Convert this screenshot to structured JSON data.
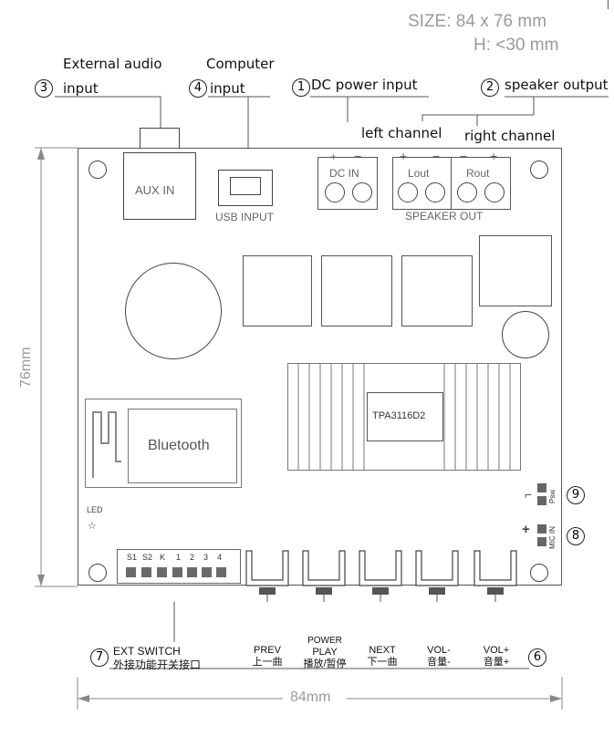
{
  "size_info": {
    "line1": "SIZE:  84 x 76  mm",
    "line2": "H: <30 mm"
  },
  "callouts": {
    "c1": {
      "num": "1",
      "label": "DC power input"
    },
    "c2": {
      "num": "2",
      "label": "speaker output",
      "left": "left channel",
      "right": "right channel"
    },
    "c3": {
      "num": "3",
      "label_line1": "External audio",
      "label_line2": "input"
    },
    "c4": {
      "num": "4",
      "label_line1": "Computer",
      "label_line2": "input"
    },
    "c6": {
      "num": "6"
    },
    "c7": {
      "num": "7",
      "label_en": "EXT SWITCH",
      "label_cn": "外接功能开关接口"
    },
    "c8": {
      "num": "8",
      "tag": "MIC IN"
    },
    "c9": {
      "num": "9",
      "tag": "Psw"
    }
  },
  "board": {
    "aux": "AUX IN",
    "usb": "USB INPUT",
    "dc_in": "DC IN",
    "lout": "Lout",
    "rout": "Rout",
    "speaker_out": "SPEAKER OUT",
    "chip": "TPA3116D2",
    "bluetooth": "Bluetooth",
    "led": "LED",
    "switch_pins": [
      "S1",
      "S2",
      "K",
      "1",
      "2",
      "3",
      "4"
    ]
  },
  "buttons": [
    {
      "top": "",
      "en": "PREV",
      "cn": "上一曲"
    },
    {
      "top": "POWER",
      "en": "PLAY",
      "cn": "播放/暂停"
    },
    {
      "top": "",
      "en": "NEXT",
      "cn": "下一曲"
    },
    {
      "top": "",
      "en": "VOL-",
      "cn": "音量-"
    },
    {
      "top": "",
      "en": "VOL+",
      "cn": "音量+"
    }
  ],
  "dimensions": {
    "width": "84mm",
    "height": "76mm"
  }
}
